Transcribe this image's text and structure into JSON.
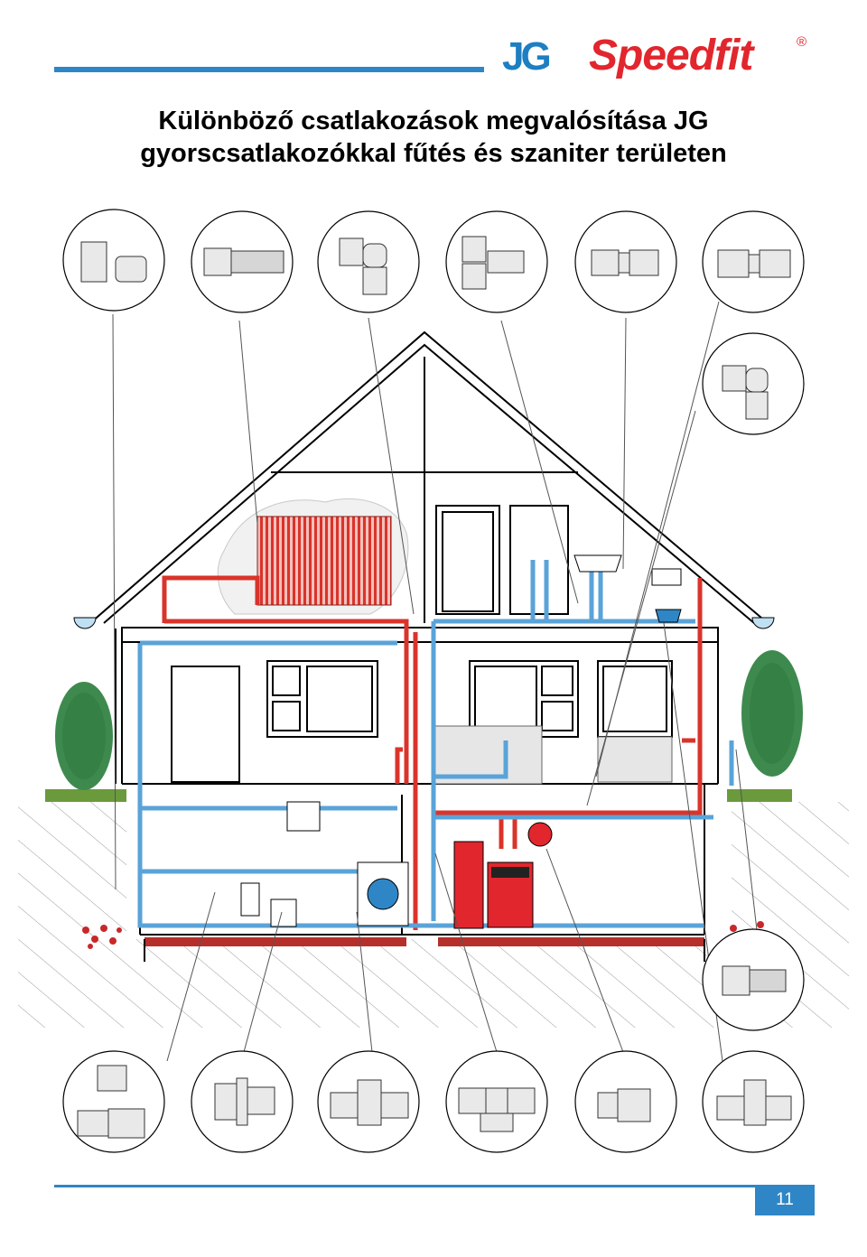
{
  "header": {
    "logo_mark": "JG",
    "logo_brand": "Speedfit",
    "logo_registered": "®"
  },
  "title": {
    "line1": "Különböző csatlakozások megvalósítása JG",
    "line2": "gyorscsatlakozókkal fűtés és szaniter területen"
  },
  "footer": {
    "page_number": "11"
  },
  "colors": {
    "accent_blue": "#2f86c6",
    "brand_red": "#e2262d",
    "hot_pipe": "#d9342b",
    "cold_pipe": "#5aa3d8"
  },
  "illustration": {
    "icons": [
      "wall-plate-elbow-fitting-icon",
      "stem-adaptor-fitting-icon",
      "elbow-fitting-icon",
      "y-branch-fitting-icon",
      "straight-connector-fitting-icon",
      "reducer-fitting-icon",
      "elbow-fitting-icon",
      "hose-adaptor-fitting-icon",
      "stop-valve-fitting-icon",
      "bulkhead-connector-fitting-icon",
      "check-valve-fitting-icon",
      "tee-fitting-icon",
      "tank-connector-fitting-icon",
      "service-valve-fitting-icon"
    ]
  }
}
